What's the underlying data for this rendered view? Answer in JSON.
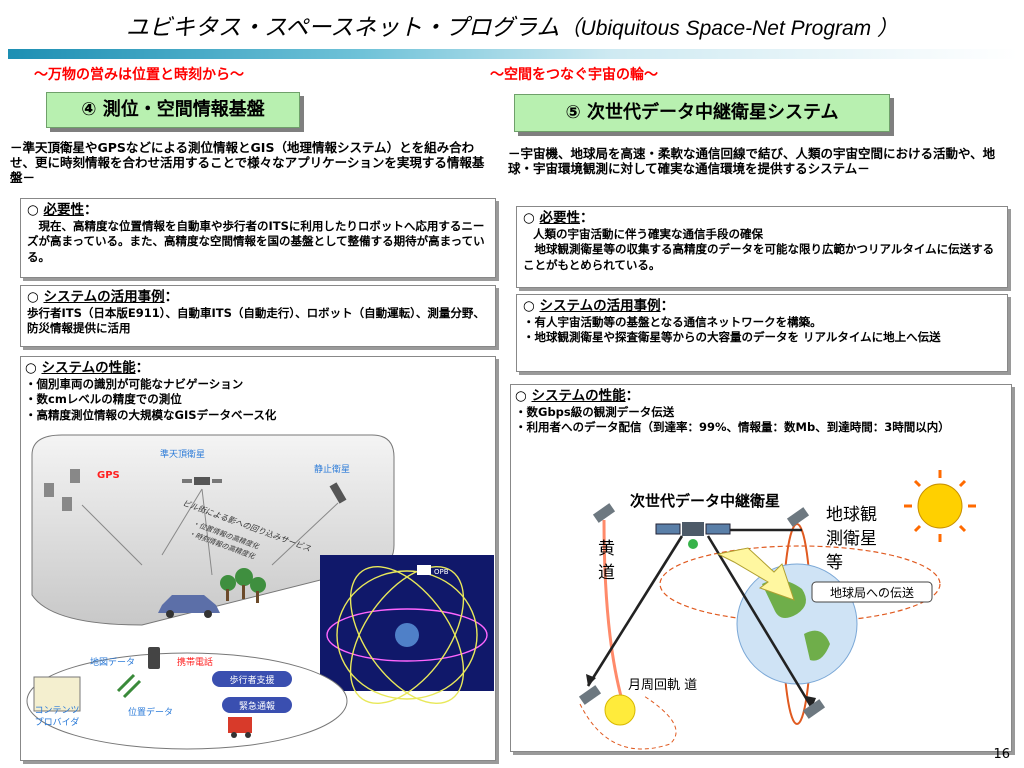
{
  "title": {
    "main": "ユビキタス・スペースネット・プログラム",
    "sub": "（Ubiquitous Space-Net Program ）"
  },
  "left": {
    "slogan": "～万物の営みは位置と時刻から～",
    "heading": "④ 測位・空間情報基盤",
    "description": "－準天頂衛星やGPSなどによる測位情報とGIS（地理情報システム）とを組み合わせ、更に時刻情報を合わせ活用することで様々なアプリケーションを実現する情報基盤－",
    "necessity": {
      "title": "必要性",
      "text": "　現在、高精度な位置情報を自動車や歩行者のITSに利用したりロボットへ応用するニーズが高まっている。また、高精度な空間情報を国の基盤として整備する期待が高まっている。"
    },
    "usecases": {
      "title": "システムの活用事例",
      "text": "歩行者ITS（日本版E911）、自動車ITS（自動走行）、ロボット（自動運転）、測量分野、防災情報提供に活用"
    },
    "performance": {
      "title": "システムの性能",
      "items": [
        "・個別車両の識別が可能なナビゲーション",
        "・数cmレベルの精度での測位",
        "・高精度測位情報の大規模なGISデータベース化"
      ]
    },
    "figure": {
      "qzs": "準天頂衛星",
      "geo": "静止衛星",
      "gps": "GPS",
      "service_note": "ビル街による影への回り込みサービス",
      "bullet1": "・位置情報の高精度化",
      "bullet2": "・時刻情報の高精度化",
      "map_data": "地図データ",
      "phone": "携帯電話",
      "pedestrian": "歩行者支援",
      "emergency": "緊急通報",
      "content_provider_1": "コンテンツ",
      "content_provider_2": "プロバイダ",
      "position_data": "位置データ",
      "opb": "OPB"
    }
  },
  "right": {
    "slogan": "～空間をつなぐ宇宙の輪～",
    "heading": "⑤ 次世代データ中継衛星システム",
    "description": "－宇宙機、地球局を高速・柔軟な通信回線で結び、人類の宇宙空間における活動や、地球・宇宙環境観測に対して確実な通信環境を提供するシステム－",
    "necessity": {
      "title": "必要性",
      "line1": "人類の宇宙活動に伴う確実な通信手段の確保",
      "line2": "　地球観測衛星等の収集する高精度のデータを可能な限り広範かつリアルタイムに伝送することがもとめられている。"
    },
    "usecases": {
      "title": "システムの活用事例",
      "items": [
        "・有人宇宙活動等の基盤となる通信ネットワークを構築。",
        "・地球観測衛星や探査衛星等からの大容量のデータを リアルタイムに地上へ伝送"
      ]
    },
    "performance": {
      "title": "システムの性能",
      "items": [
        "・数Gbps級の観測データ伝送",
        "・利用者へのデータ配信（到達率：99%、情報量：数Mb、到達時間：3時間以内）"
      ]
    },
    "figure": {
      "relay": "次世代データ中継衛星",
      "earth_obs_1": "地球観",
      "earth_obs_2": "測衛星",
      "earth_obs_3": "等",
      "ecliptic_1": "黄",
      "ecliptic_2": "道",
      "ground": "地球局への伝送",
      "lunar": "月周回軌 道"
    }
  },
  "page_number": "16"
}
